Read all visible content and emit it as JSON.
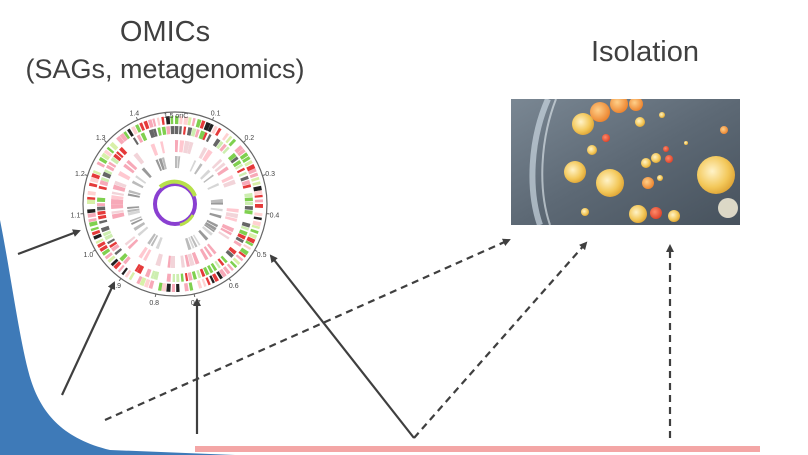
{
  "omics": {
    "title": "OMICs",
    "subtitle": "(SAGs, metagenomics)",
    "genome_map": {
      "origin_label": "1.5 oriC",
      "ticks": [
        "0.1",
        "0.2",
        "0.3",
        "0.4",
        "0.5",
        "0.6",
        "0.7",
        "0.8",
        "0.9",
        "1.0",
        "1.1",
        "1.2",
        "1.3",
        "1.4"
      ]
    }
  },
  "isolation": {
    "title": "Isolation"
  },
  "colors": {
    "text": "#404040",
    "arrow": "#3f3f3f",
    "blue_region": "#3e7ab8",
    "pink_bar": "#f4a6a6",
    "plate_background": "#5a6672",
    "colony_yellow": "#f2c14e",
    "colony_orange": "#f08a2c",
    "colony_red": "#e2402a",
    "map_green": "#7fd04f",
    "map_red": "#e53a3a",
    "map_pink": "#f7a9b8",
    "map_purple": "#8a3fd1"
  }
}
